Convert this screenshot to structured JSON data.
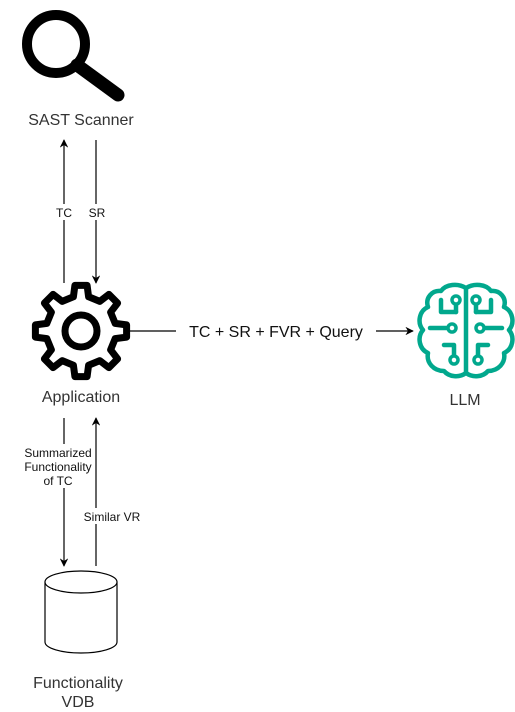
{
  "nodes": {
    "scanner": {
      "label": "SAST Scanner",
      "icon": "magnifier-icon"
    },
    "application": {
      "label": "Application",
      "icon": "gear-icon"
    },
    "llm": {
      "label": "LLM",
      "icon": "brain-circuit-icon"
    },
    "vdb": {
      "label_line1": "Functionality",
      "label_line2": "VDB",
      "icon": "database-icon"
    }
  },
  "edges": {
    "tc": "TC",
    "sr": "SR",
    "query": "TC + SR + FVR + Query",
    "summarized_line1": "Summarized",
    "summarized_line2": "Functionality",
    "summarized_line3": "of TC",
    "similar_vr": "Similar VR"
  },
  "colors": {
    "line": "#000000",
    "label": "#333333",
    "llm_accent": "#01A88D"
  }
}
